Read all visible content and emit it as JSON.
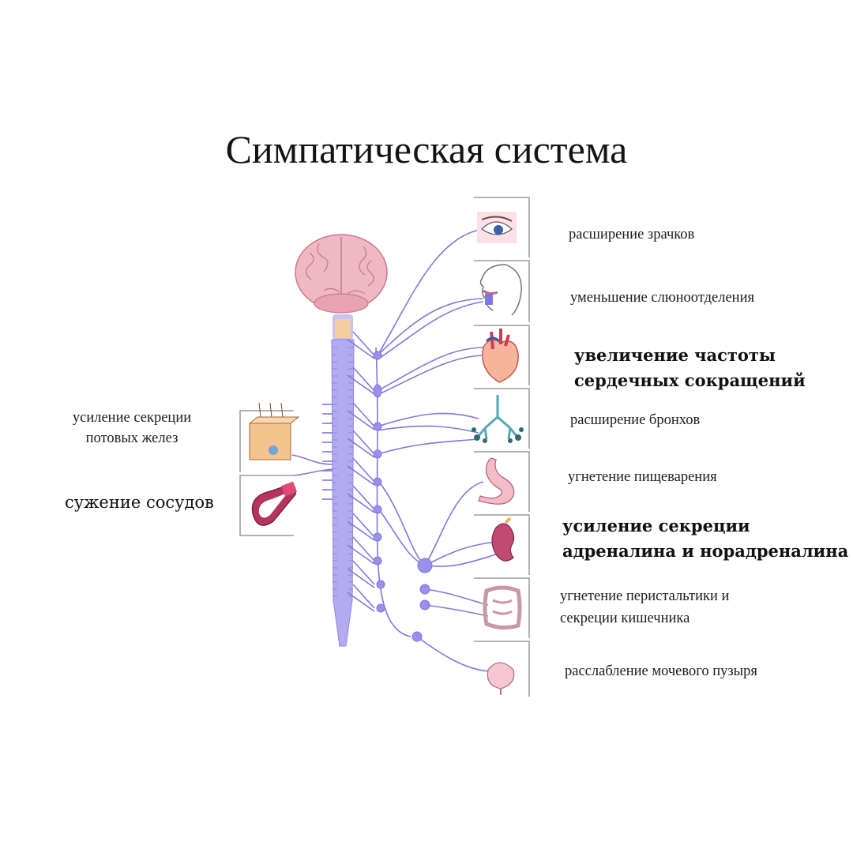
{
  "title": "Симпатическая система",
  "labels": {
    "pupils": "расширение зрачков",
    "saliva": "уменьшение слюноотделения",
    "heart_l1": "увеличение частоты",
    "heart_l2": "сердечных сокращений",
    "bronchi": "расширение бронхов",
    "digestion": "угнетение пищеварения",
    "adrenal_l1": "усиление секреции",
    "adrenal_l2": "адреналина и норадреналина",
    "intestine_l1": "угнетение перистальтики и",
    "intestine_l2": "секреции кишечника",
    "bladder": "расслабление мочевого пузыря",
    "sweat_l1": "усиление секреции",
    "sweat_l2": "потовых желез",
    "vessels": "сужение сосудов"
  },
  "colors": {
    "nerve": "#7f78e0",
    "spine": "#b3aaf0",
    "brain": "#f0b8c4",
    "organ": "#f3a7bd",
    "frame": "#9a9a9a"
  }
}
